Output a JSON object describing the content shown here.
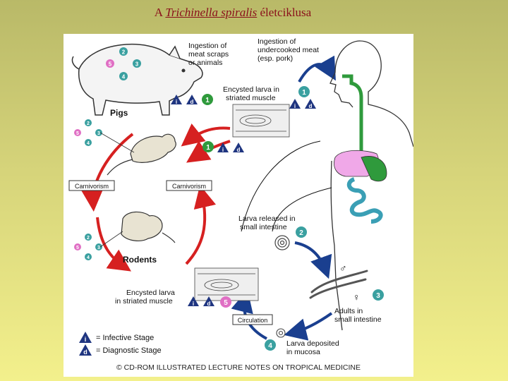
{
  "slide": {
    "title_prefix": "A ",
    "title_species": "Trichinella spiralis",
    "title_suffix": " életciklusa"
  },
  "diagram": {
    "hosts": {
      "pigs": "Pigs",
      "rodents": "Rodents"
    },
    "labels": {
      "meat_scraps": [
        "Ingestion of",
        "meat scraps",
        "or animals"
      ],
      "undercooked": [
        "Ingestion of",
        "undercooked meat",
        "(esp. pork)"
      ],
      "encysted_top": [
        "Encysted larva in",
        "striated muscle"
      ],
      "larva_released": [
        "Larva released in",
        "small intestine"
      ],
      "adults": [
        "Adults in",
        "small intestine"
      ],
      "larva_deposited": [
        "Larva deposited",
        "in mucosa"
      ],
      "encysted_bottom": [
        "Encysted larva",
        "in striated muscle"
      ]
    },
    "boxes": {
      "carnivorism": "Carnivorism",
      "circulation": "Circulation"
    },
    "stage_numbers": [
      "1",
      "2",
      "3",
      "4",
      "5"
    ],
    "stage_letters": {
      "infective": "i",
      "diagnostic": "d"
    },
    "sex_symbols": {
      "male": "♂",
      "female": "♀"
    },
    "legend": {
      "infective": "= Infective Stage",
      "diagnostic": "= Diagnostic Stage"
    },
    "copyright": "© CD-ROM ILLUSTRATED LECTURE NOTES ON TROPICAL MEDICINE"
  },
  "colors": {
    "arrow_red": "#d62020",
    "arrow_blue": "#1a3f8f",
    "teal_badge": "#3aa0a0",
    "green_badge": "#2f9a3c",
    "navy_triangle": "#1f3580",
    "pink_badge": "#e06fc4",
    "gut_green": "#2f9a3c",
    "liver_pink": "#f0a8e8",
    "intestine_teal": "#3a9fb5"
  }
}
